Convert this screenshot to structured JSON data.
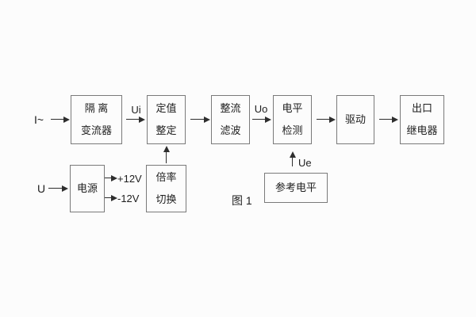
{
  "colors": {
    "background": "#fcfcfc",
    "box_border": "#7a7a7a",
    "text": "#1e1e1e",
    "line": "#2e2e2e"
  },
  "caption": "图 1",
  "signals": {
    "input_current": "I~",
    "input_voltage": "U",
    "ui": "Ui",
    "uo": "Uo",
    "ue": "Ue",
    "plus_rail": "+12V",
    "minus_rail": "-12V"
  },
  "blocks": {
    "isolation": {
      "line1": "隔 离",
      "line2": "变流器"
    },
    "setting": {
      "line1": "定值",
      "line2": "整定"
    },
    "rectifier": {
      "line1": "整流",
      "line2": "滤波"
    },
    "level": {
      "line1": "电平",
      "line2": "检测"
    },
    "drive": {
      "line1": "驱动"
    },
    "relay": {
      "line1": "出口",
      "line2": "继电器"
    },
    "power": {
      "line1": "电源"
    },
    "ratio": {
      "line1": "倍率",
      "line2": "切换"
    },
    "reference": {
      "line1": "参考电平"
    }
  }
}
